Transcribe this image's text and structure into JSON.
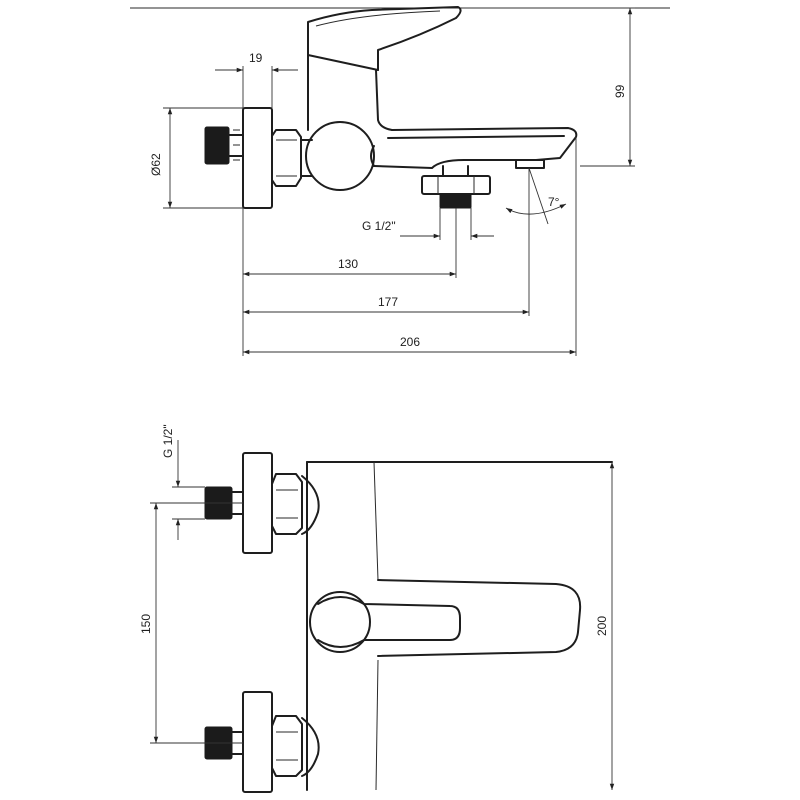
{
  "colors": {
    "line": "#1e1e1e",
    "background": "#ffffff",
    "thread": "#1b1b1b"
  },
  "top_view": {
    "dim_thickness": "19",
    "dim_diameter": "Ø62",
    "dim_height": "99",
    "dim_outlet_thread": "G 1/2\"",
    "dim_to_outlet": "130",
    "dim_to_spout": "177",
    "dim_total_length": "206",
    "dim_angle": "7°"
  },
  "bottom_view": {
    "dim_inlet_thread": "G 1/2\"",
    "dim_inlet_spacing": "150",
    "dim_body_height": "200"
  }
}
